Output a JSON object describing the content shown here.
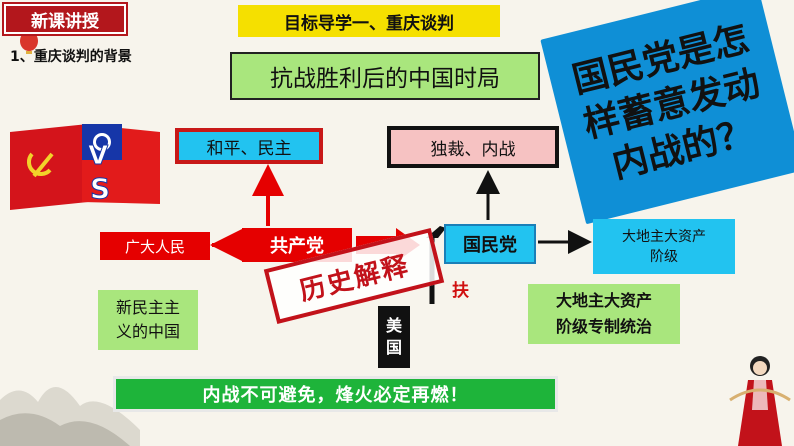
{
  "header": {
    "badge": "新课讲授",
    "title": "目标导学一、重庆谈判"
  },
  "section_label": "1、重庆谈判的背景",
  "heading": "抗战胜利后的中国时局",
  "question": "国民党是怎样蓄意发动内战的？",
  "goals": {
    "peace": "和平、民主",
    "dictatorship": "独裁、内战"
  },
  "actors": {
    "people": "广大人民",
    "cpc": "共产党",
    "kmt": "国民党",
    "landlord_line1": "大地主大资产",
    "landlord_line2": "阶级"
  },
  "outcomes": {
    "new_democracy_line1": "新民主主",
    "new_democracy_line2": "义的中国",
    "dict_rule_line1": "大地主大资产",
    "dict_rule_line2": "阶级专制统治"
  },
  "usa_line1": "美",
  "usa_line2": "国",
  "support_label": "扶",
  "stamp": "历史解释",
  "conclusion": "内战不可避免，烽火必定再燃！",
  "flag_text": {
    "v": "V",
    "s": "S"
  },
  "colors": {
    "red": "#e50000",
    "blue": "#22c3f0",
    "green": "#a9e67d",
    "yellow": "#f5e000",
    "question_blue": "#0f8fd6"
  }
}
